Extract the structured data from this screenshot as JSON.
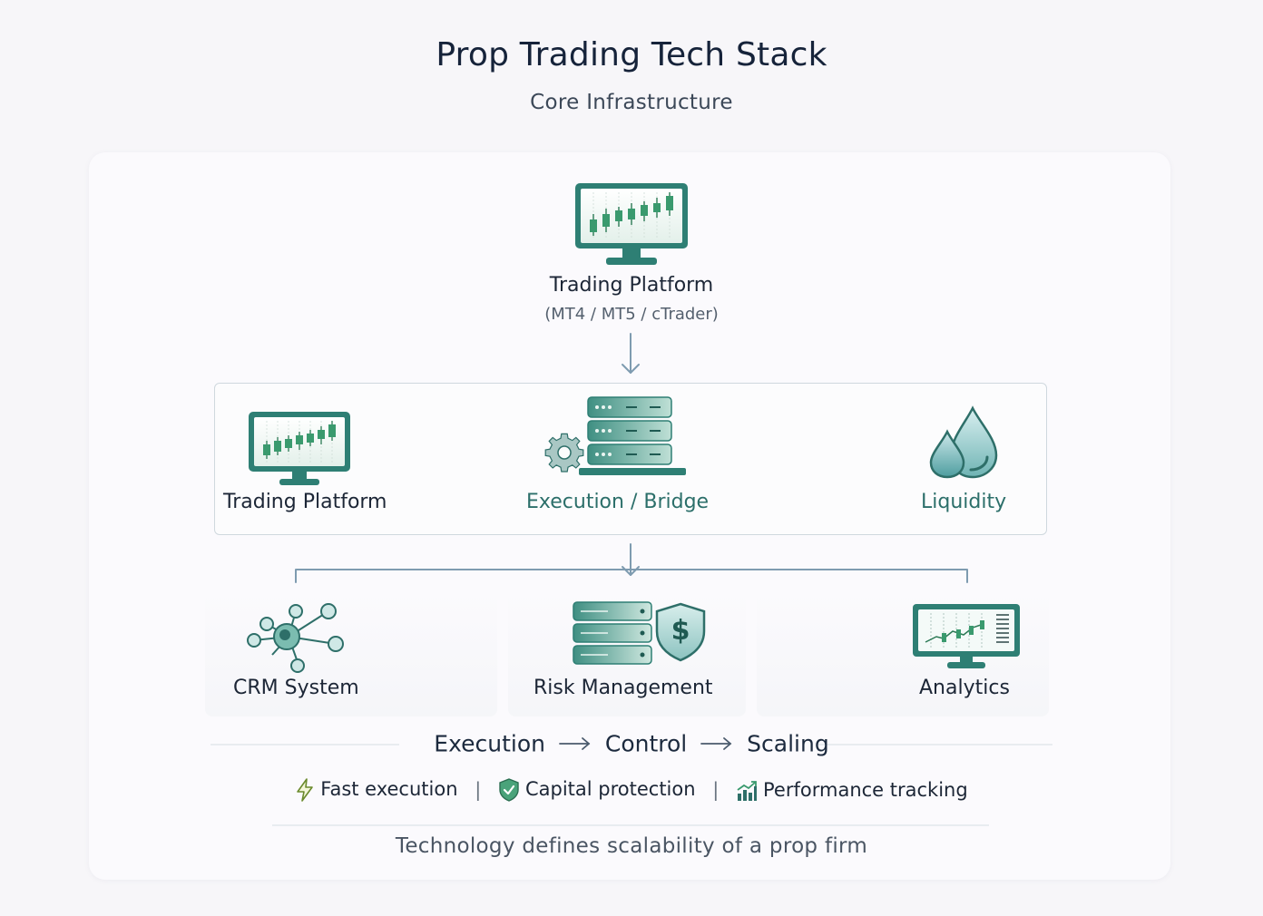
{
  "header": {
    "title": "Prop Trading Tech Stack",
    "subtitle": "Core Infrastructure"
  },
  "top_node": {
    "label": "Trading Platform",
    "sublabel": "(MT4 / MT5 / cTrader)",
    "icon": "candlestick-monitor-icon"
  },
  "flow_nodes": [
    {
      "label": "Trading Platform",
      "icon": "candlestick-monitor-icon"
    },
    {
      "label": "Execution / Bridge",
      "icon": "server-gear-icon"
    },
    {
      "label": "Liquidity",
      "icon": "water-drops-icon"
    }
  ],
  "modules": [
    {
      "label": "CRM System",
      "icon": "network-nodes-icon"
    },
    {
      "label": "Risk Management",
      "icon": "server-shield-dollar-icon"
    },
    {
      "label": "Analytics",
      "icon": "analytics-monitor-icon"
    }
  ],
  "pipeline": [
    "Execution",
    "Control",
    "Scaling"
  ],
  "features": [
    {
      "label": "Fast execution",
      "icon": "lightning-icon"
    },
    {
      "label": "Capital protection",
      "icon": "shield-check-icon"
    },
    {
      "label": "Performance tracking",
      "icon": "bar-chart-up-icon"
    }
  ],
  "tagline": "Technology defines scalability of a prop firm",
  "colors": {
    "accent_green": "#3a9a6e",
    "teal_text": "#2c6f6a",
    "connector": "#7e9bb0",
    "dark_text": "#16233a"
  }
}
